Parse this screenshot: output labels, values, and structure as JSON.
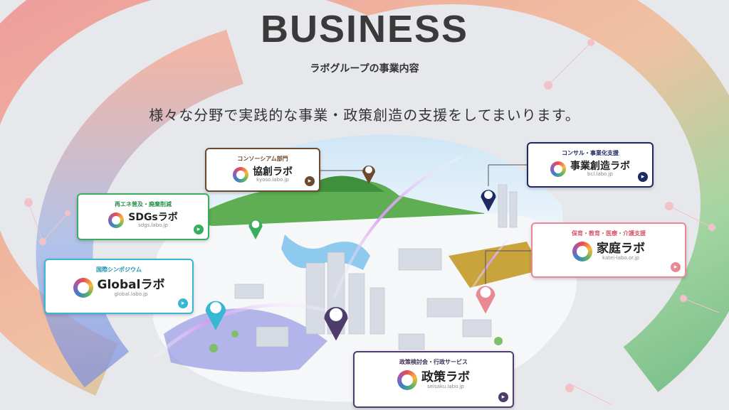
{
  "header": {
    "title": "BUSINESS",
    "subtitle": "ラボグループの事業内容",
    "tagline": "様々な分野で実践的な事業・政策創造の支援をしてまいります。"
  },
  "cards": {
    "kyoso": {
      "category": "コンソーシアム部門",
      "name": "協創ラボ",
      "url": "kyoso.labo.jp",
      "color": "#6b4a2f"
    },
    "jigyo": {
      "category": "コンサル・事業化支援",
      "name": "事業創造ラボ",
      "url": "bcl.labo.jp",
      "color": "#1f2a63"
    },
    "sdgs": {
      "category": "再エネ普及・廃棄削減",
      "name": "SDGsラボ",
      "url": "sdgs.labo.jp",
      "color": "#3aae5f"
    },
    "katei": {
      "category": "保育・教育・医療・介護支援",
      "name": "家庭ラボ",
      "url": "katei-labo.or.jp",
      "color": "#e88a94"
    },
    "global": {
      "category": "国際シンポジウム",
      "name": "Globalラボ",
      "url": "global.labo.jp",
      "color": "#37b7d4"
    },
    "seisaku": {
      "category": "政策検討会・行政サービス",
      "name": "政策ラボ",
      "url": "seisaku.labo.jp",
      "color": "#4e3d6b"
    }
  },
  "icons": {
    "card_arrow": "chevron-right-icon",
    "pin": "map-pin-icon"
  }
}
